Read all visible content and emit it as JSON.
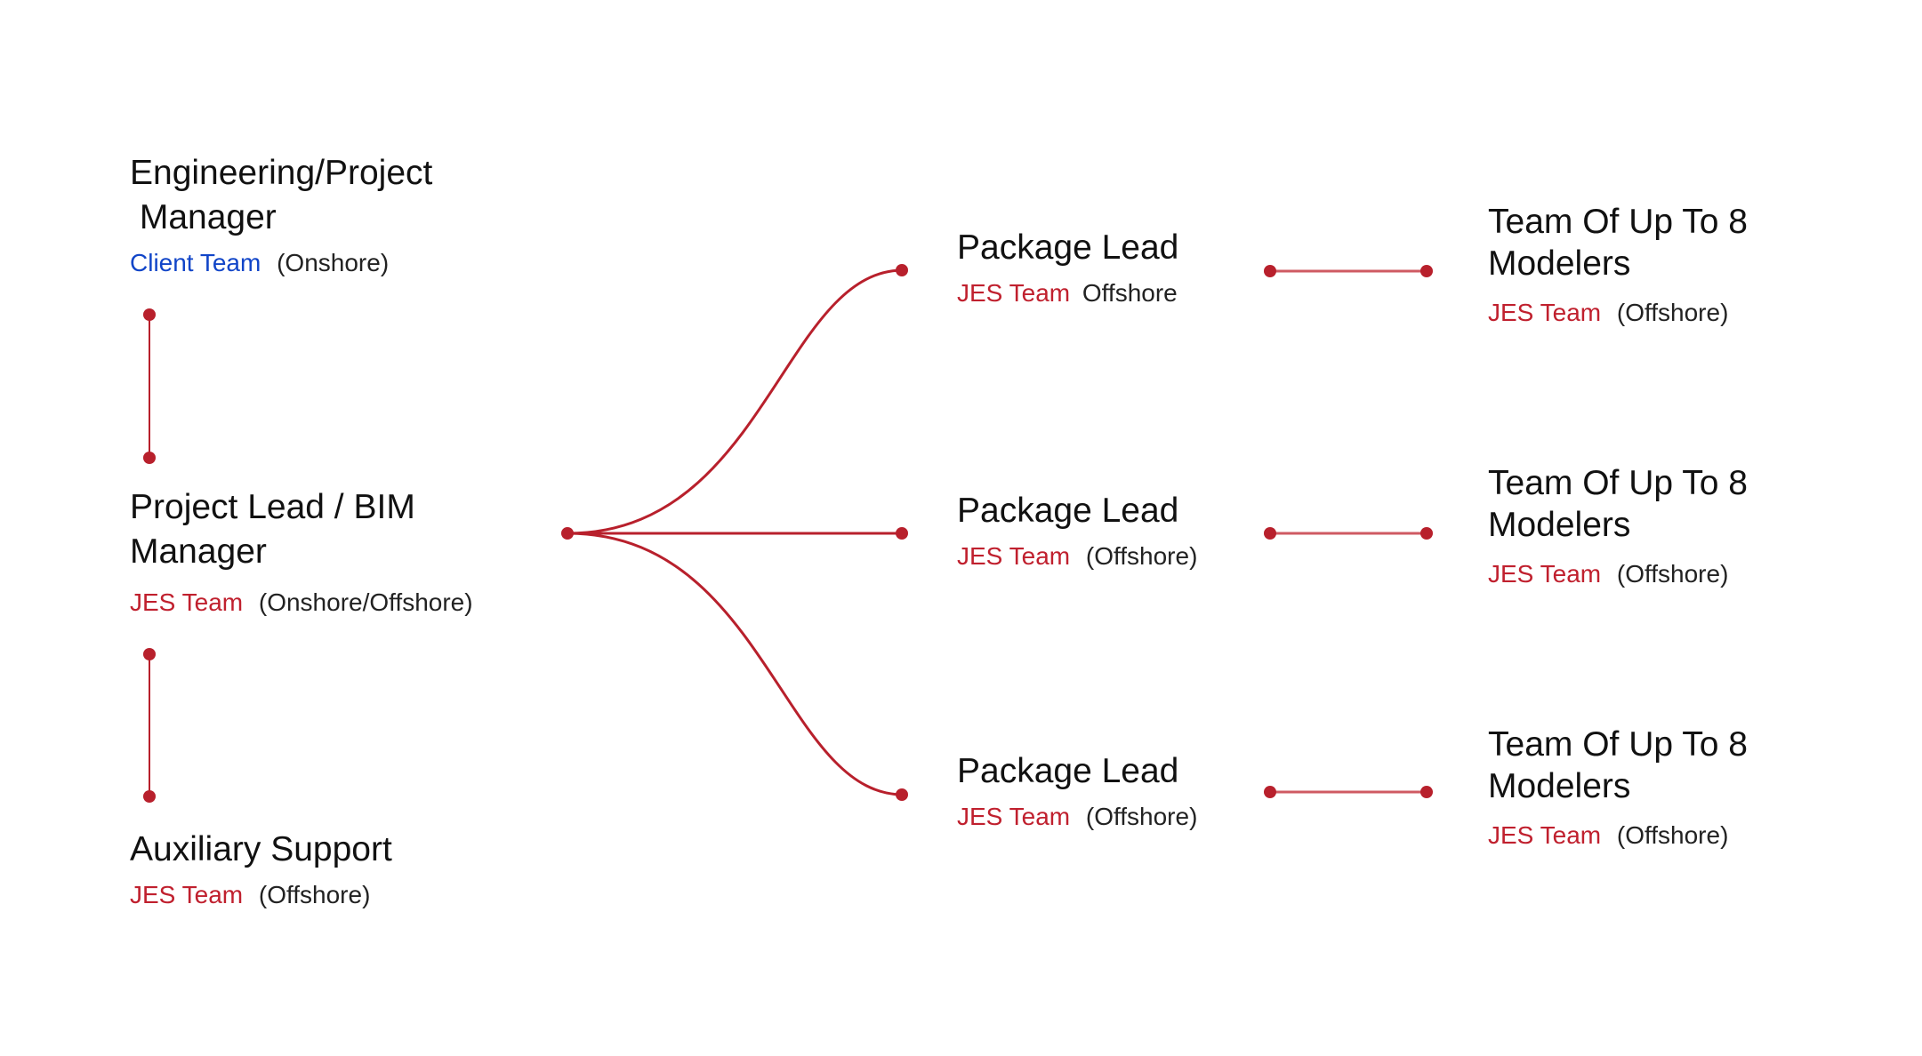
{
  "colors": {
    "connector": "#b8202c",
    "connector_light": "#cf5a62",
    "client_team": "#1145c8",
    "jes_team": "#c0202e",
    "title_text": "#111111",
    "location_text": "#222222"
  },
  "nodes": {
    "engineering_manager": {
      "title_line1": "Engineering/Project",
      "title_line2": " Manager",
      "team": "Client Team",
      "location": "(Onshore)"
    },
    "project_lead": {
      "title_line1": "Project Lead / BIM",
      "title_line2": "Manager",
      "team": "JES Team",
      "location": "(Onshore/Offshore)"
    },
    "auxiliary_support": {
      "title_line1": "Auxiliary Support",
      "team": "JES Team",
      "location": "(Offshore)"
    },
    "package_leads": [
      {
        "title": "Package Lead",
        "team": "JES Team",
        "location": "Offshore"
      },
      {
        "title": "Package Lead",
        "team": "JES Team",
        "location": "(Offshore)"
      },
      {
        "title": "Package Lead",
        "team": "JES Team",
        "location": "(Offshore)"
      }
    ],
    "modeler_teams": [
      {
        "title_line1": "Team Of Up To 8",
        "title_line2": "Modelers",
        "team": "JES Team",
        "location": "(Offshore)"
      },
      {
        "title_line1": "Team Of Up To 8",
        "title_line2": "Modelers",
        "team": "JES Team",
        "location": "(Offshore)"
      },
      {
        "title_line1": "Team Of Up To 8",
        "title_line2": "Modelers",
        "team": "JES Team",
        "location": "(Offshore)"
      }
    ]
  }
}
